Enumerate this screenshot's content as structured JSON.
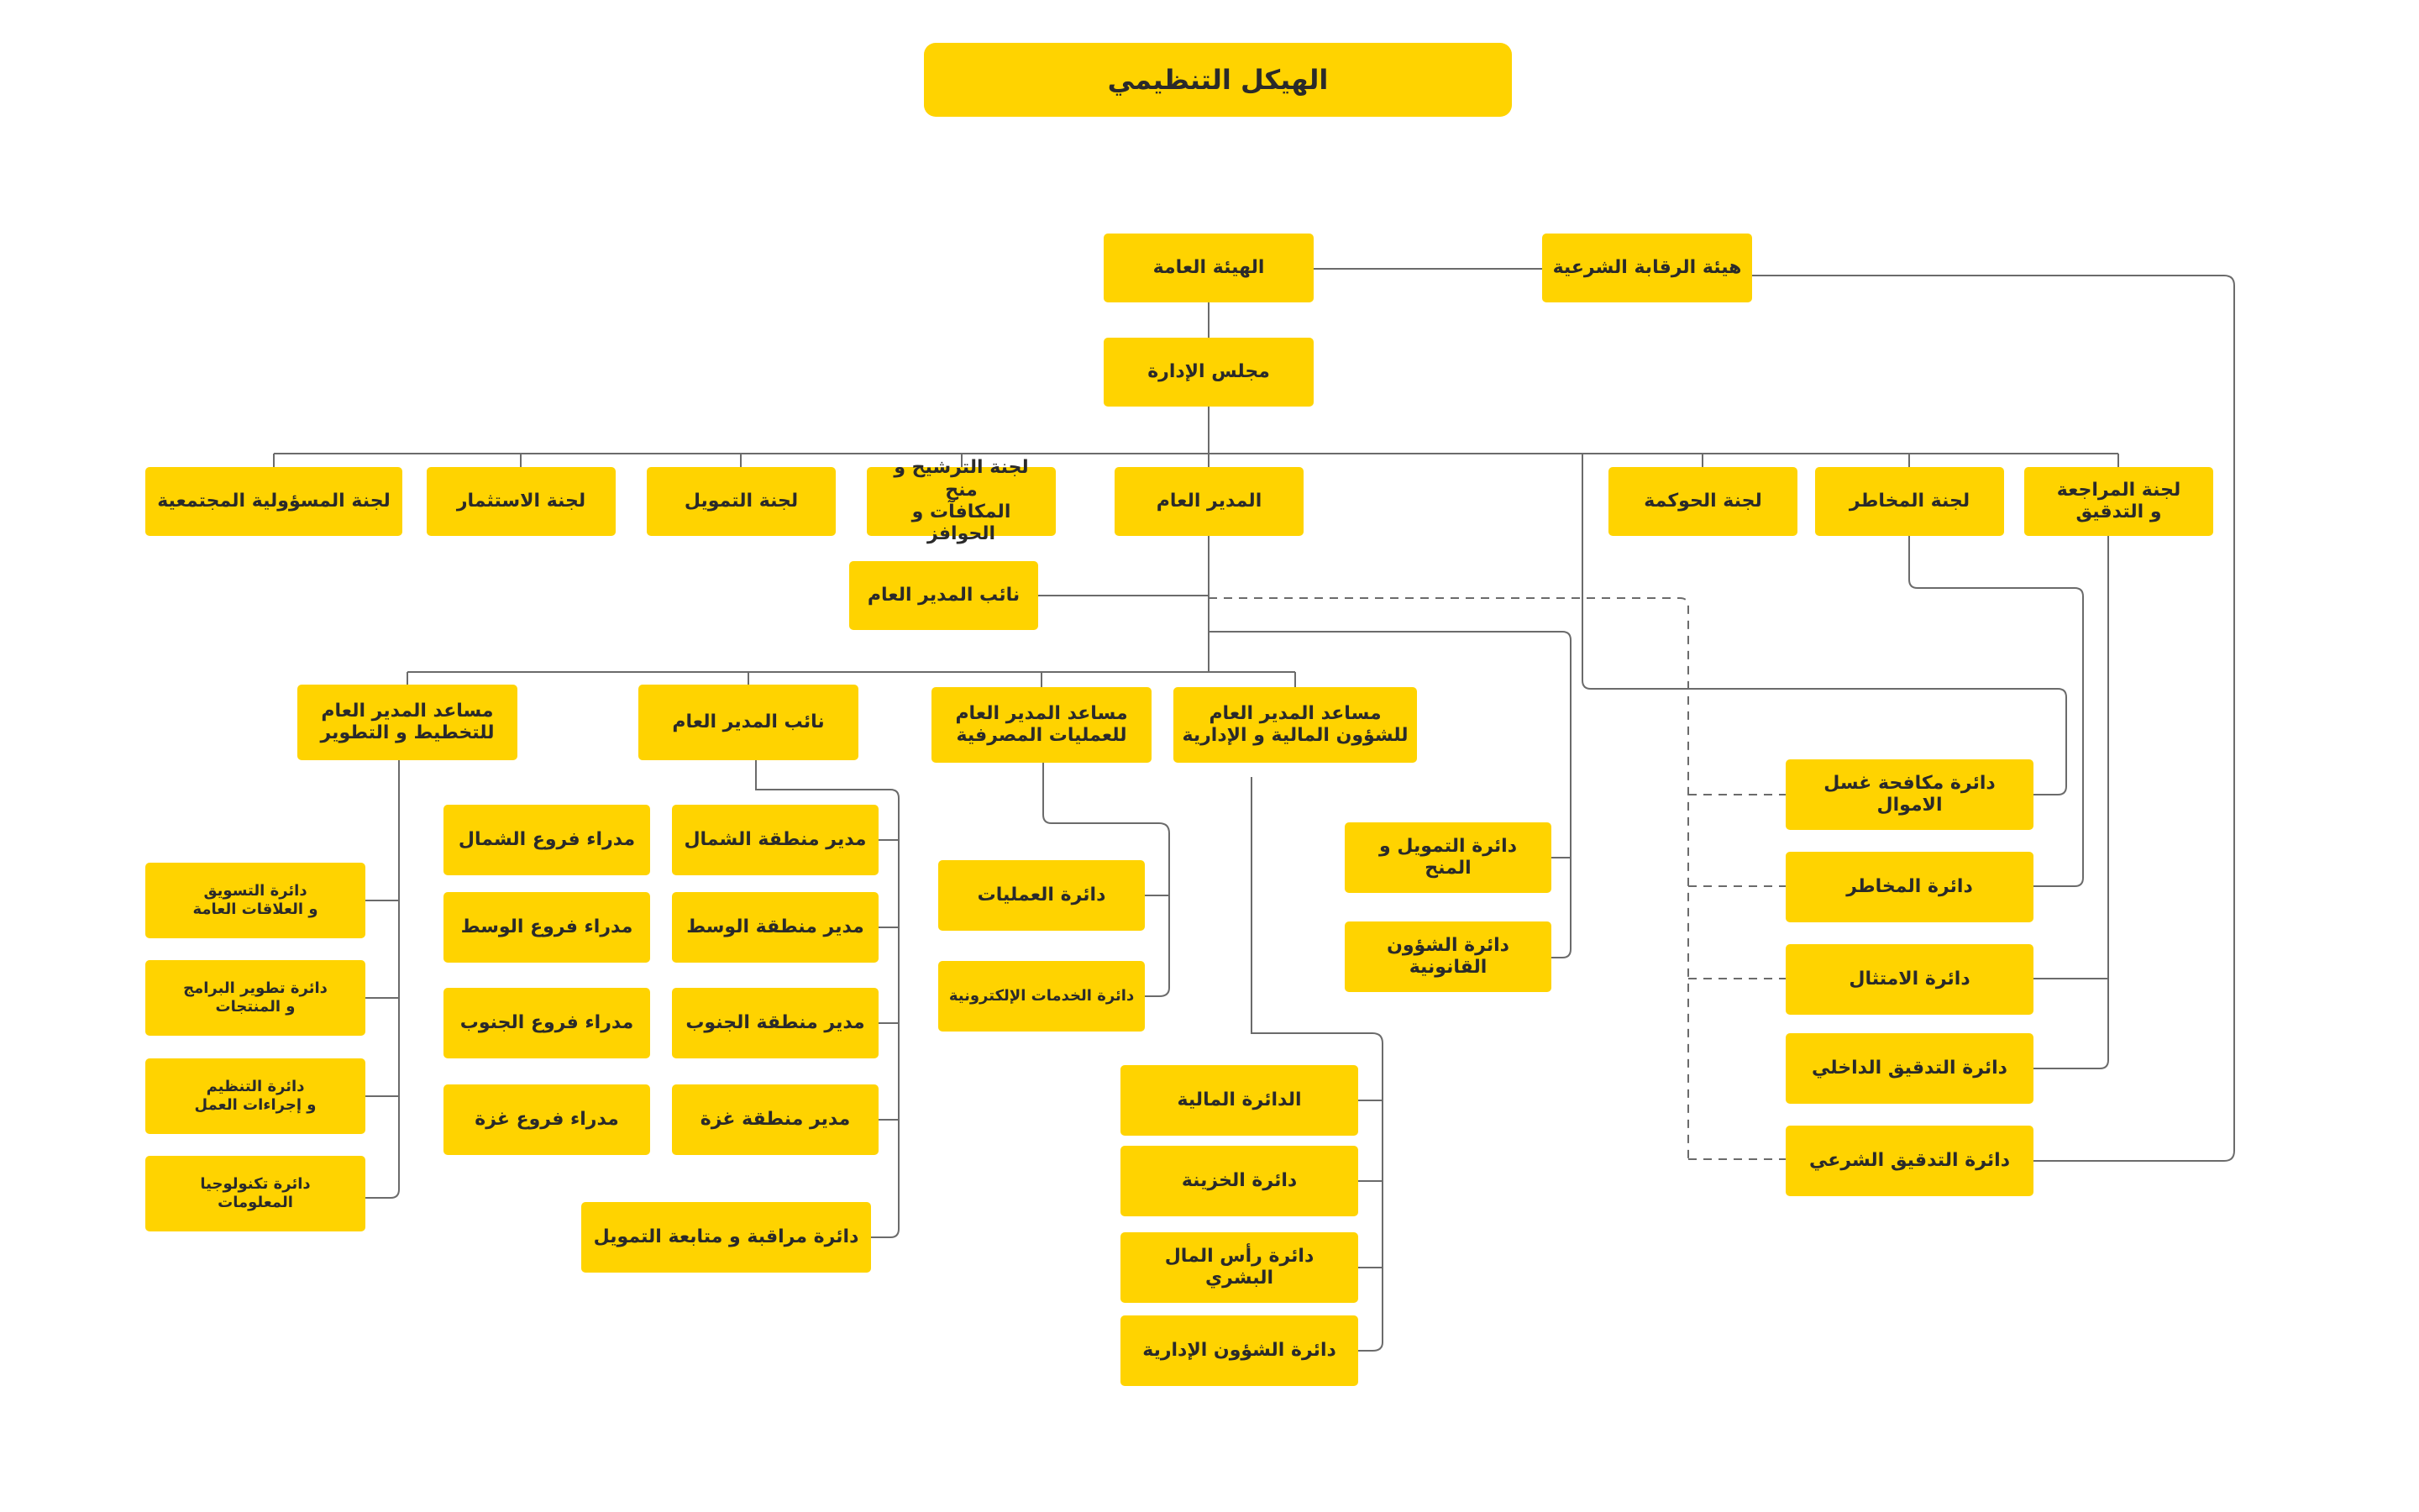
{
  "title": "الهيكل التنظيمي",
  "colors": {
    "box": "#FFD300",
    "line": "#6b6b6b",
    "text": "#2a2a2a"
  },
  "nodes": {
    "general_assembly": "الهيئة العامة",
    "sharia_board": "هيئة الرقابة الشرعية",
    "board_of_directors": "مجلس الإدارة",
    "general_manager": "المدير العام",
    "csr_committee": "لجنة المسؤولية المجتمعية",
    "investment_committee": "لجنة الاستثمار",
    "financing_committee": "لجنة التمويل",
    "nomination_committee": "لجنة الترشيح و منح\nالمكافآت و الحوافز",
    "governance_committee": "لجنة الحوكمة",
    "risk_committee": "لجنة المخاطر",
    "audit_committee": "لجنة المراجعة\nو التدقيق",
    "deputy_gm_top": "نائب المدير العام",
    "agm_planning": "مساعد المدير العام\nللتخطيط و التطوير",
    "deputy_gm": "نائب المدير العام",
    "agm_banking_ops": "مساعد المدير العام\nللعمليات المصرفية",
    "agm_finance_admin": "مساعد المدير العام\nللشؤون المالية و الإدارية",
    "marketing_dept": "دائرة التسويق\nو العلاقات العامة",
    "programs_dept": "دائرة تطوير البرامج\nو المنتجات",
    "organization_dept": "دائرة التنظيم\nو إجراءات العمل",
    "it_dept": "دائرة تكنولوجيا\nالمعلومات",
    "north_branches": "مدراء فروع الشمال",
    "central_branches": "مدراء فروع الوسط",
    "south_branches": "مدراء فروع الجنوب",
    "gaza_branches": "مدراء فروع غزة",
    "north_region_mgr": "مدير منطقة الشمال",
    "central_region_mgr": "مدير منطقة الوسط",
    "south_region_mgr": "مدير منطقة الجنوب",
    "gaza_region_mgr": "مدير منطقة غزة",
    "financing_monitoring_dept": "دائرة مراقبة و متابعة التمويل",
    "operations_dept": "دائرة العمليات",
    "electronic_services_dept": "دائرة الخدمات الإلكترونية",
    "financing_grants_dept": "دائرة التمويل و المنح",
    "legal_affairs_dept": "دائرة الشؤون القانونية",
    "finance_dept": "الدائرة المالية",
    "treasury_dept": "دائرة الخزينة",
    "human_capital_dept": "دائرة رأس المال البشري",
    "admin_affairs_dept": "دائرة الشؤون الإدارية",
    "aml_dept": "دائرة مكافحة غسل الاموال",
    "risk_dept": "دائرة المخاطر",
    "compliance_dept": "دائرة الامتثال",
    "internal_audit_dept": "دائرة التدقيق الداخلي",
    "sharia_audit_dept": "دائرة التدقيق الشرعي"
  }
}
